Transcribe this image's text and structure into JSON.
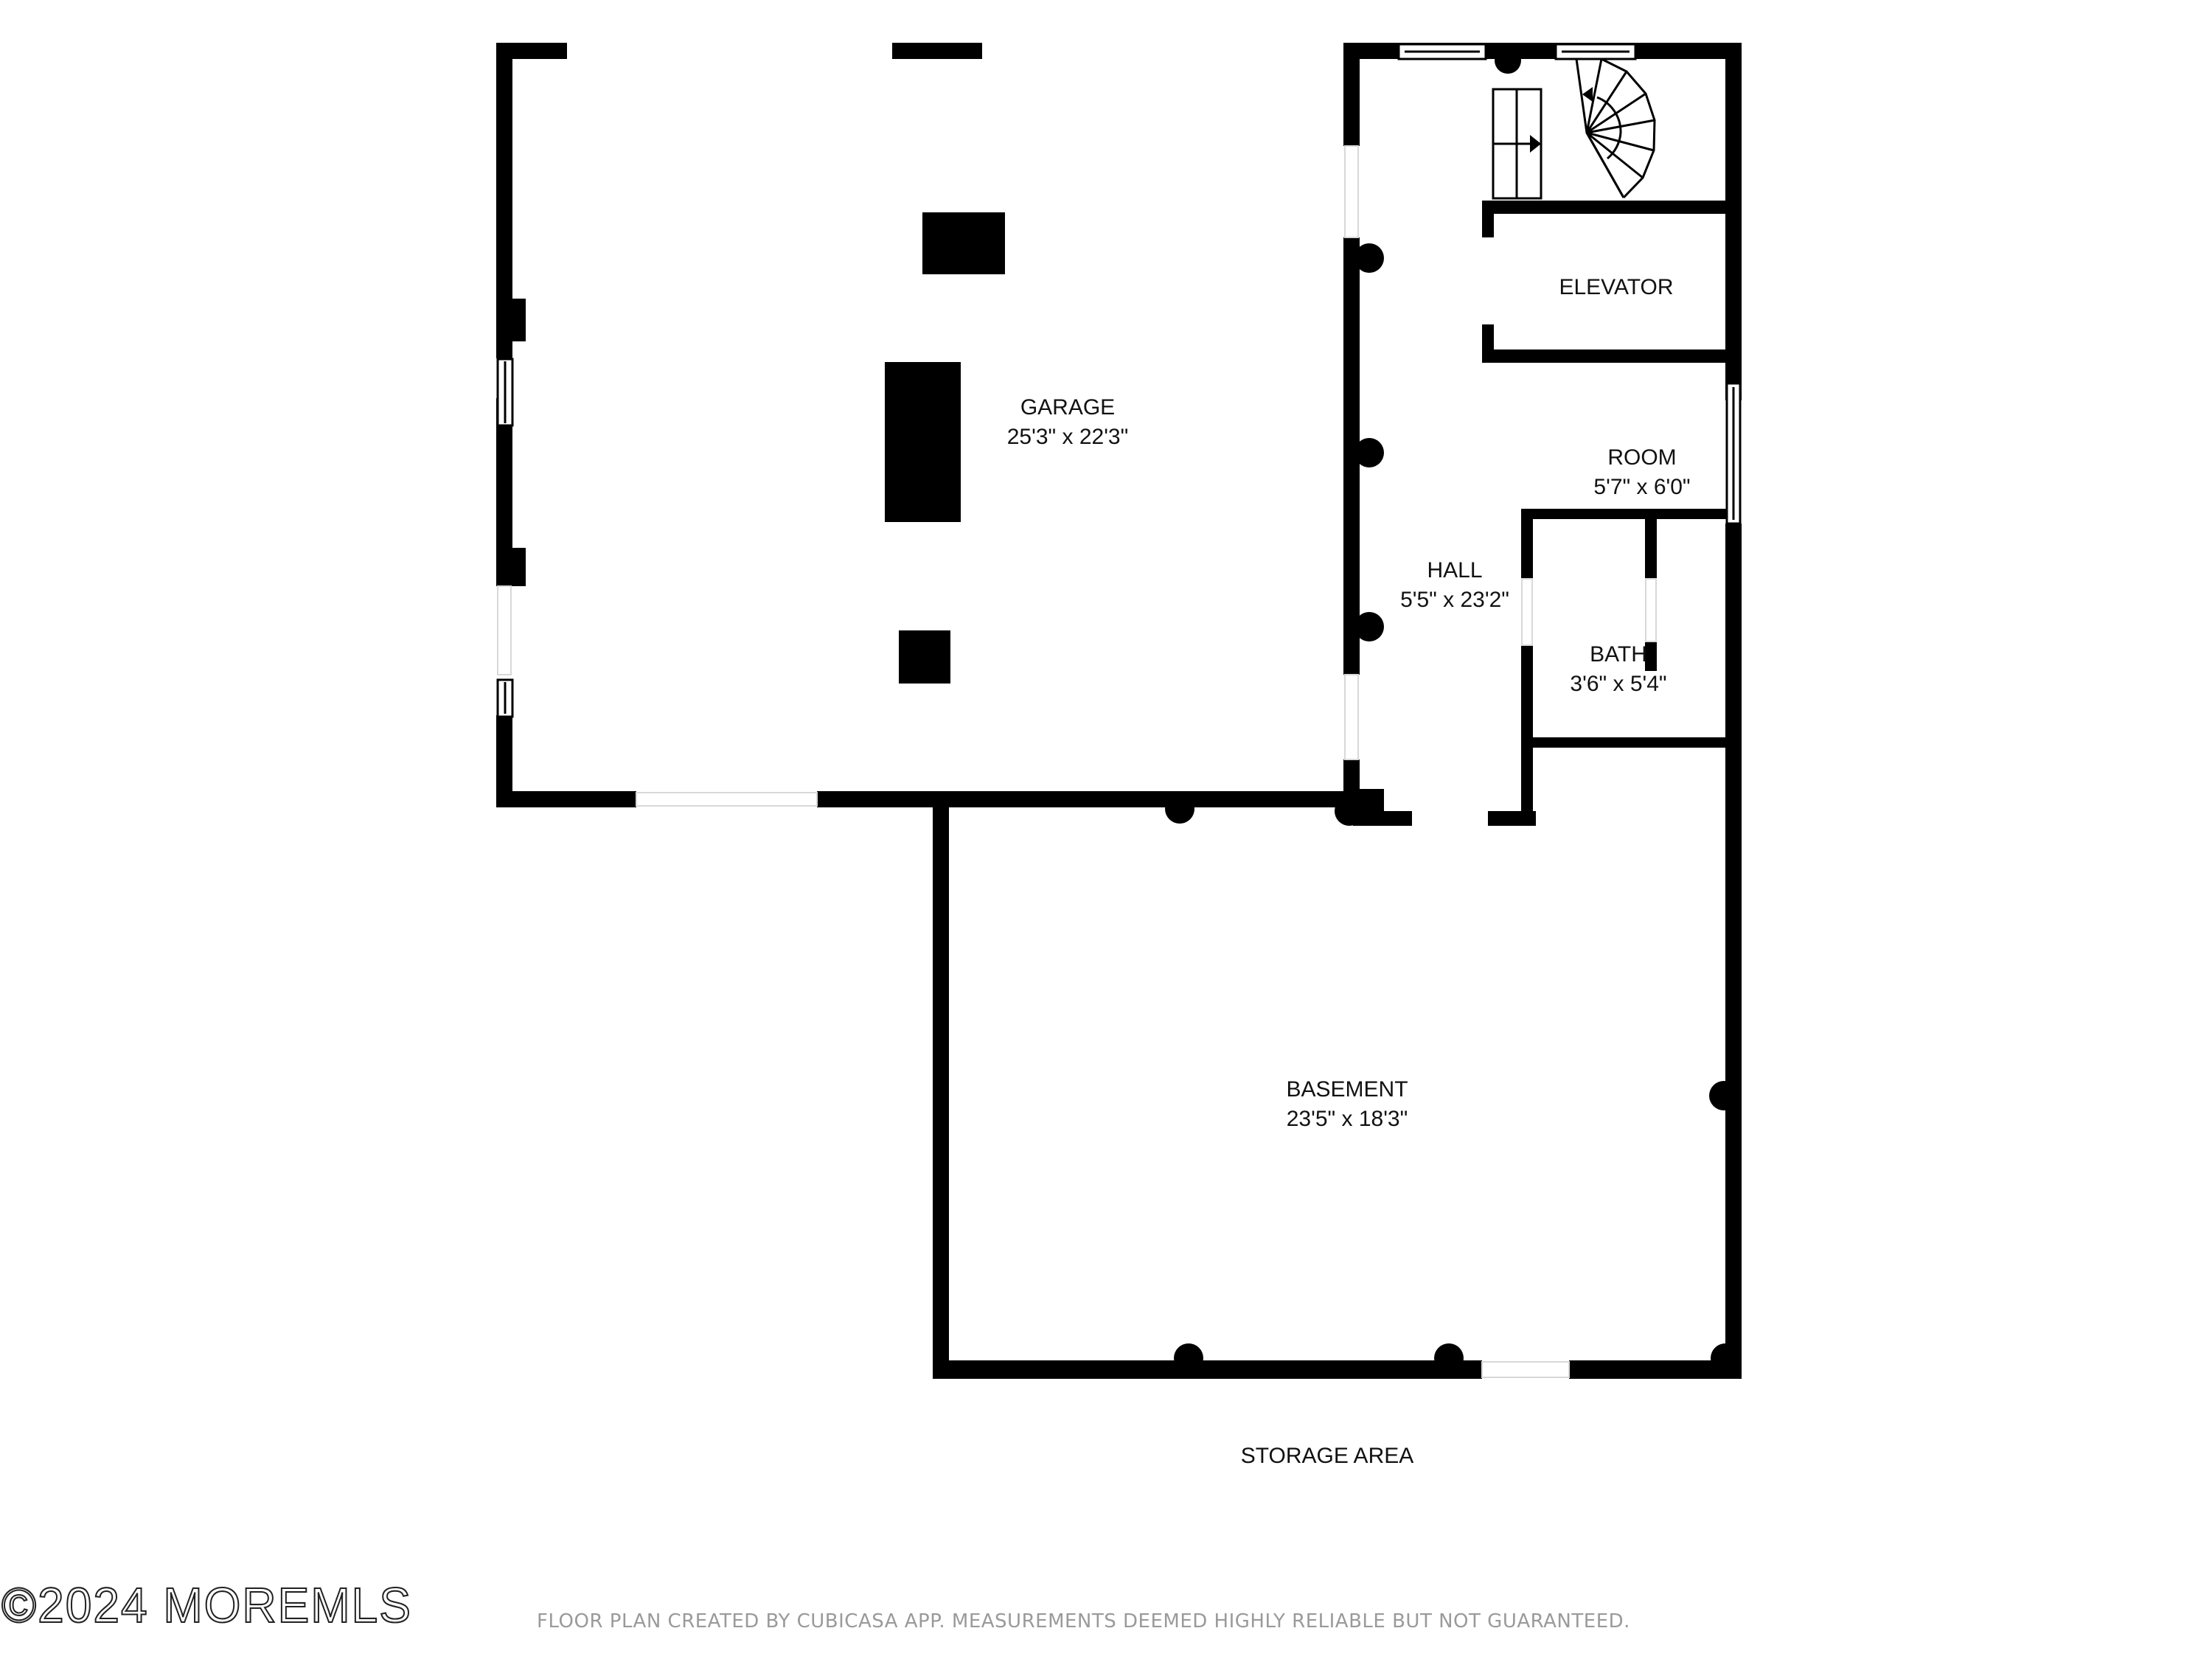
{
  "floor_plan": {
    "rooms": [
      {
        "id": "garage",
        "name": "GARAGE",
        "dimensions": "25'3\" x 22'3\""
      },
      {
        "id": "elevator",
        "name": "ELEVATOR",
        "dimensions": ""
      },
      {
        "id": "room",
        "name": "ROOM",
        "dimensions": "5'7\" x 6'0\""
      },
      {
        "id": "hall",
        "name": "HALL",
        "dimensions": "5'5\" x 23'2\""
      },
      {
        "id": "bath",
        "name": "BATH",
        "dimensions": "3'6\" x 5'4\""
      },
      {
        "id": "basement",
        "name": "BASEMENT",
        "dimensions": "23'5\" x 18'3\""
      }
    ],
    "annotations": {
      "storage_area": "STORAGE AREA"
    },
    "colors": {
      "walls": "#000000",
      "background": "#ffffff",
      "disclaimer_text": "#9a9a9a"
    }
  },
  "footer": {
    "watermark": "©2024 MOREMLS",
    "disclaimer": "FLOOR PLAN CREATED BY CUBICASA APP. MEASUREMENTS DEEMED HIGHLY RELIABLE BUT NOT GUARANTEED."
  }
}
